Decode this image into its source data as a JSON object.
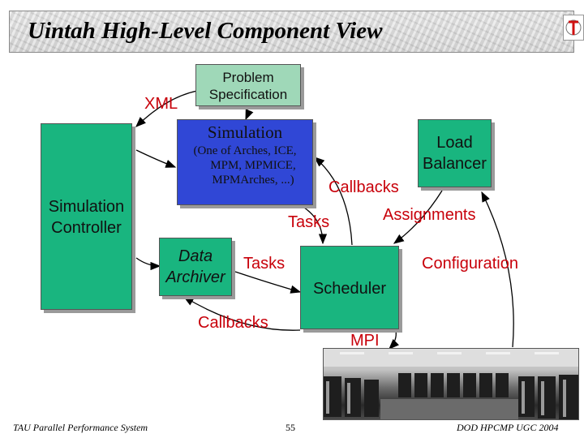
{
  "title": "Uintah High-Level Component View",
  "components": {
    "problem_spec": [
      "Problem",
      "Specification"
    ],
    "simulation_title": "Simulation",
    "simulation_sub": [
      "(One of Arches, ICE,",
      "MPM, MPMICE,",
      "MPMArches, ...)"
    ],
    "load_balancer": [
      "Load",
      "Balancer"
    ],
    "sim_controller": [
      "Simulation",
      "Controller"
    ],
    "data_archiver": [
      "Data",
      "Archiver"
    ],
    "scheduler": "Scheduler"
  },
  "flows": {
    "xml": "XML",
    "callbacks_top": "Callbacks",
    "tasks_top": "Tasks",
    "assignments": "Assignments",
    "tasks_mid": "Tasks",
    "configuration": "Configuration",
    "callbacks_bottom": "Callbacks",
    "mpi": "MPI"
  },
  "footer": {
    "left": "TAU Parallel Performance System",
    "center": "55",
    "right": "DOD HPCMP UGC 2004"
  },
  "colors": {
    "component_green": "#19b57f",
    "problem_spec_green": "#9fd8b8",
    "simulation_blue": "#3047d6",
    "flow_label_red": "#c8000a"
  }
}
